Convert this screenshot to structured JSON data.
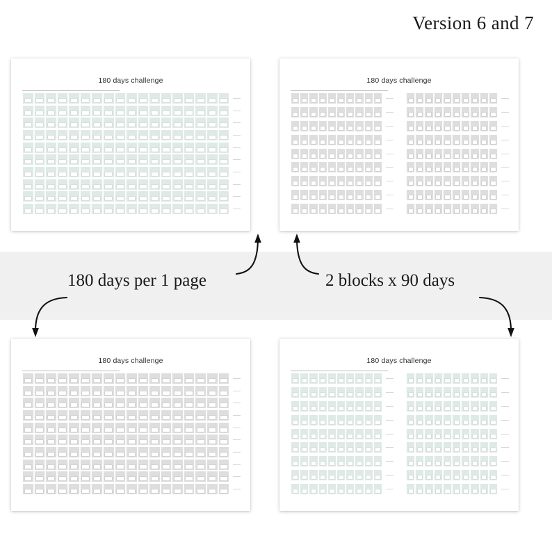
{
  "header": {
    "title": "Version 6 and 7"
  },
  "banner": {
    "background_color": "#f0f0f0",
    "captions": [
      {
        "id": "left",
        "text": "180 days per 1 page"
      },
      {
        "id": "right",
        "text": "2 blocks x 90 days"
      }
    ]
  },
  "colors": {
    "mint_tint": "#dfeae6",
    "gray_tint": "#dedede",
    "cell_border": "#d4d4d4",
    "page_background": "#ffffff",
    "canvas_background": "#ffffff",
    "text": "#1a1a1a",
    "arrow": "#111111"
  },
  "pages": [
    {
      "id": "top-left",
      "position": "top-left",
      "title": "180 days challenge",
      "layout": "180-days-per-1-page",
      "tint": "mint",
      "blocks": 1,
      "columns": 18,
      "rows": 10,
      "total_days": 180,
      "has_row_dashes": true
    },
    {
      "id": "top-right",
      "position": "top-right",
      "title": "180 days challenge",
      "layout": "2-blocks-x-90-days",
      "tint": "gray",
      "blocks": 2,
      "columns": 10,
      "rows": 9,
      "total_days": 180,
      "has_row_dashes": true
    },
    {
      "id": "bottom-left",
      "position": "bottom-left",
      "title": "180 days challenge",
      "layout": "180-days-per-1-page",
      "tint": "gray",
      "blocks": 1,
      "columns": 18,
      "rows": 10,
      "total_days": 180,
      "has_row_dashes": true
    },
    {
      "id": "bottom-right",
      "position": "bottom-right",
      "title": "180 days challenge",
      "layout": "2-blocks-x-90-days",
      "tint": "mint",
      "blocks": 2,
      "columns": 10,
      "rows": 9,
      "total_days": 180,
      "has_row_dashes": true
    }
  ],
  "arrows": [
    {
      "id": "up-left",
      "direction": "up",
      "points_to": "top-left"
    },
    {
      "id": "up-right",
      "direction": "up",
      "points_to": "top-right"
    },
    {
      "id": "down-left",
      "direction": "down",
      "points_to": "bottom-left"
    },
    {
      "id": "down-right",
      "direction": "down",
      "points_to": "bottom-right"
    }
  ]
}
